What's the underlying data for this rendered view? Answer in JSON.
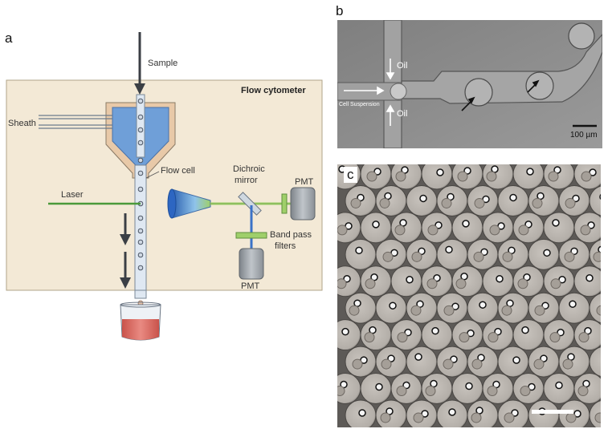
{
  "panels": {
    "a": {
      "letter": "a",
      "labels": {
        "sample": "Sample",
        "title": "Flow cytometer",
        "sheath": "Sheath",
        "flow_cell": "Flow cell",
        "dichroic_line1": "Dichroic",
        "dichroic_line2": "mirror",
        "pmt_top": "PMT",
        "laser": "Laser",
        "bandpass_line1": "Band pass",
        "bandpass_line2": "filters",
        "pmt_bottom": "PMT"
      }
    },
    "b": {
      "letter": "b",
      "labels": {
        "oil_top": "Oil",
        "oil_bottom": "Oil",
        "cell_suspension": "Cell  Suspension",
        "scale": "100 µm"
      }
    },
    "c": {
      "letter": "c"
    }
  },
  "colors": {
    "chamber_bg": "#f3e9d6",
    "chamber_border": "#b0a48a",
    "sheath_blue": "#6f9fd8",
    "nozzle_tan": "#e8c9a8",
    "laser_green": "#4a9a3a",
    "collection_green": "#9fcf6a",
    "pmt_gray": "#9ea3a8",
    "beaker_red": "#d9675e",
    "micro_bg": "#8f8f8f"
  }
}
